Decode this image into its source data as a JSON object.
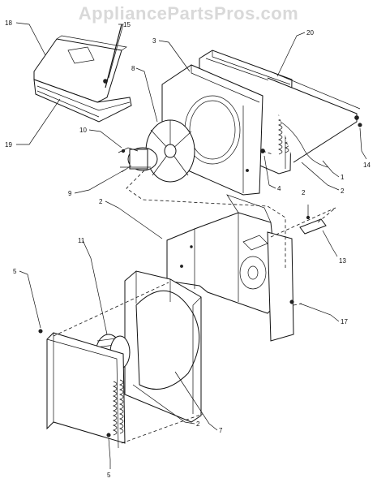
{
  "watermark": "AppliancePartsPros.com",
  "callouts": {
    "c18": "18",
    "c15": "15",
    "c3": "3",
    "c20": "20",
    "c8": "8",
    "c19": "19",
    "c10": "10",
    "c9": "9",
    "c14": "14",
    "c1": "1",
    "c2a": "2",
    "c4": "4",
    "c2b": "2",
    "c2c": "2",
    "c13": "13",
    "c11": "11",
    "c5a": "5",
    "c17": "17",
    "c2d": "2",
    "c7": "7",
    "c5b": "5"
  }
}
